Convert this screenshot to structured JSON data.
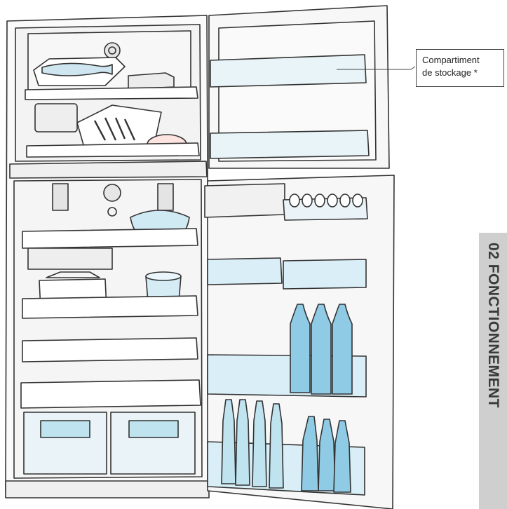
{
  "callout": {
    "line1": "Compartiment",
    "line2": "de stockage *"
  },
  "section_tab": {
    "label": "02 FONCTIONNEMENT"
  },
  "colors": {
    "outline": "#333333",
    "ice_blue": "#bfe3ef",
    "water_blue": "#8fcbe4",
    "tab_gray": "#cfcfcf"
  }
}
